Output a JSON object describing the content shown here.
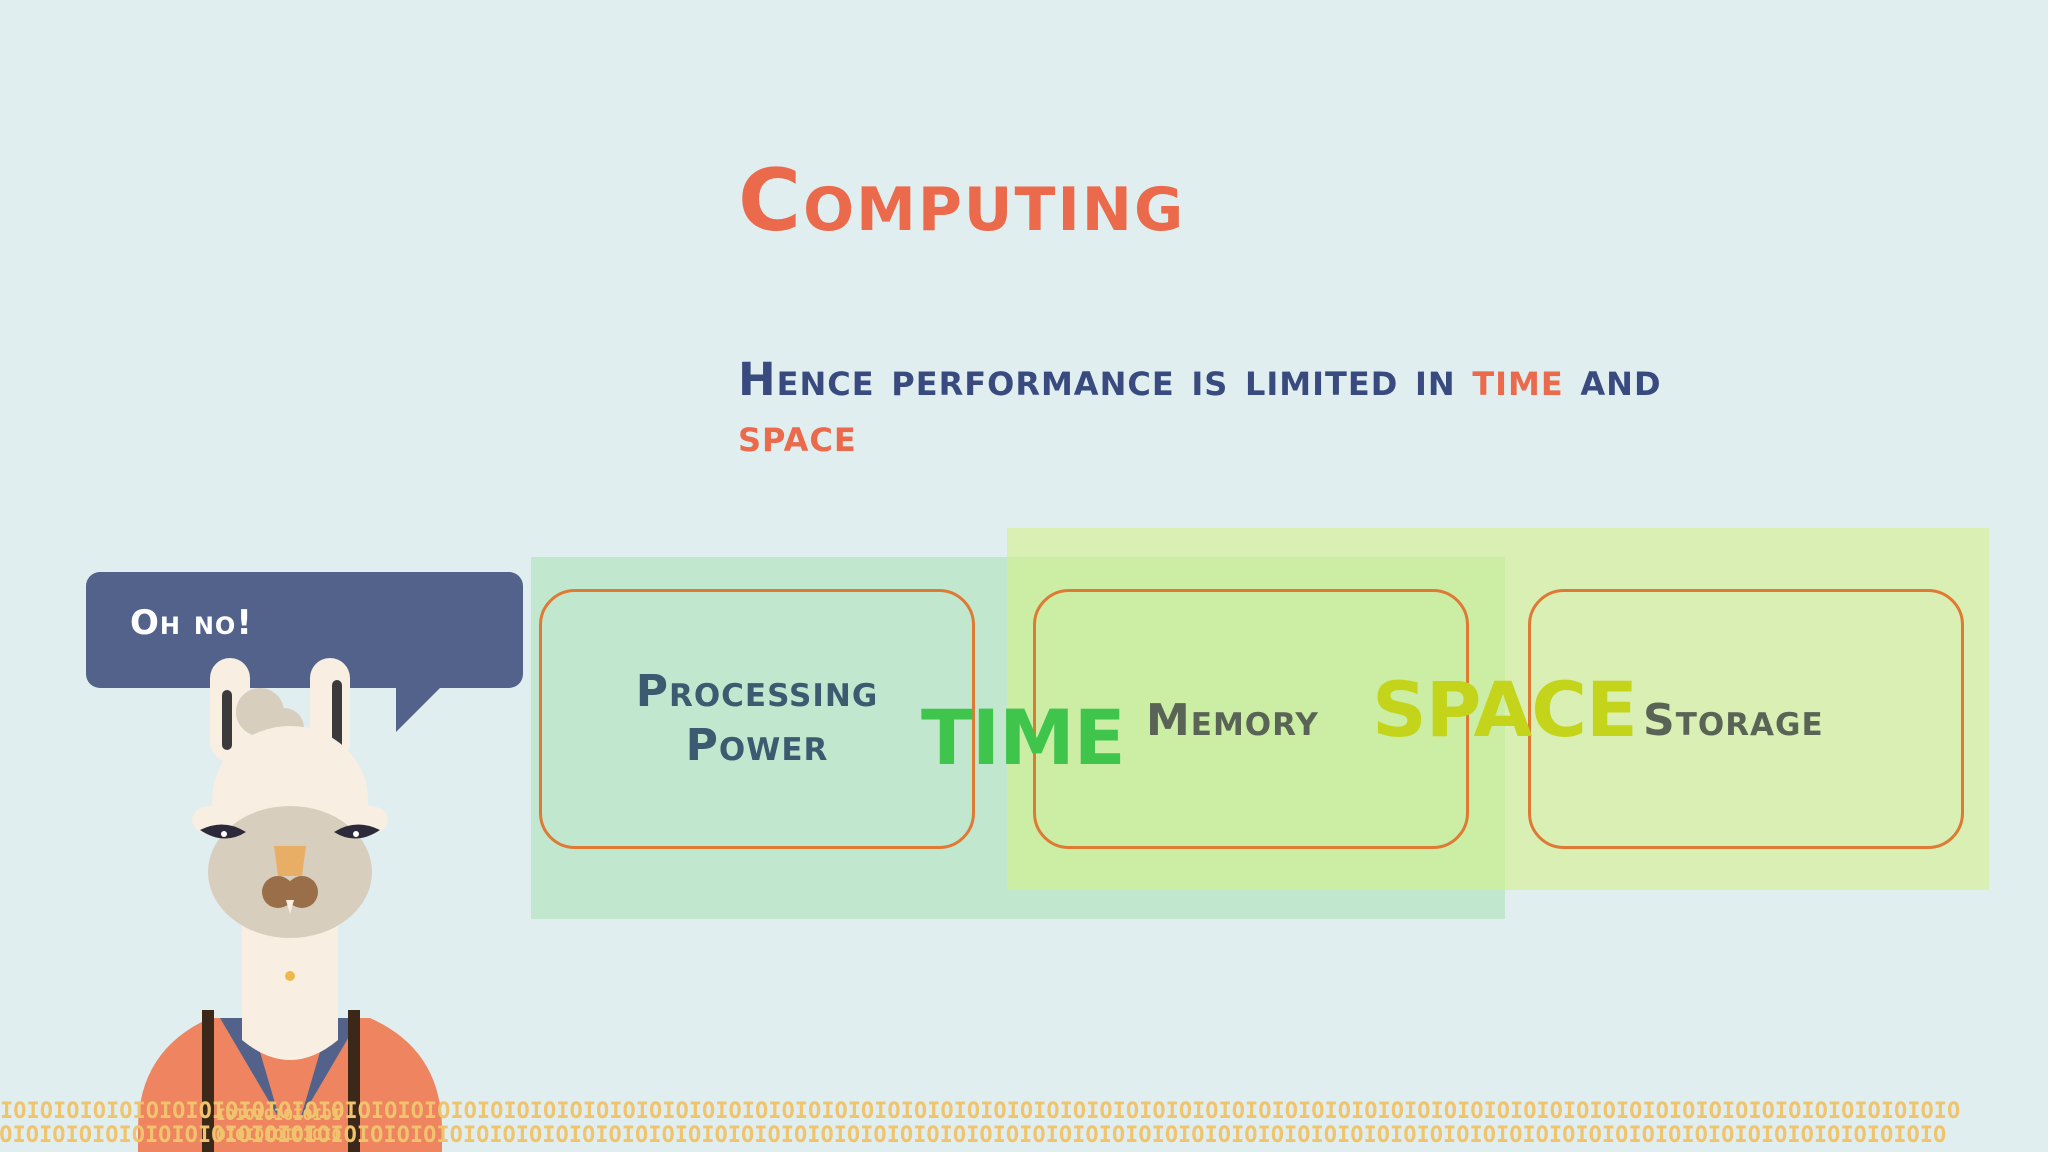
{
  "slide": {
    "title": "Computing",
    "subtitle": {
      "part1": "Hence performance is limited in ",
      "time": "time",
      "part2": " and ",
      "space": "space"
    },
    "bubble_text": "Oh no!",
    "boxes": {
      "processing": "Processing Power",
      "memory": "Memory",
      "storage": "Storage"
    },
    "overlay_words": {
      "time": "TIME",
      "space": "SPACE"
    },
    "binary_pattern": "IOIOIOIOIOIOIOIOIOIOIOIOIOIOIOIOIOIOIOIOIOIOIOIOIOIOIOIOIOIOIOIOIOIOIOIOIOIOIOIOIOIOIOIOIOIOIOIOIOIOIOIOIOIOIOIOIOIOIOIOIOIOIOIOIOIOIOIOIOIOIOIOIOIO"
  },
  "colors": {
    "background": "#e0eef0",
    "title": "#ea6a4b",
    "navy": "#384a7e",
    "time_green": "#3fc44c",
    "space_yellow": "#c4d41a",
    "box_border": "#df7a35"
  }
}
